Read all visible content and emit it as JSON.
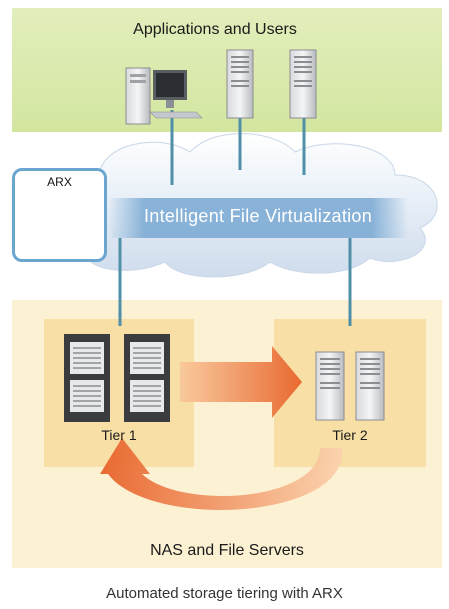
{
  "apps_panel": {
    "title": "Applications and Users"
  },
  "cloud": {
    "label": "Intelligent File Virtualization"
  },
  "arx": {
    "label": "ARX"
  },
  "nas_panel": {
    "title": "NAS and File Servers"
  },
  "tiers": [
    {
      "label": "Tier 1"
    },
    {
      "label": "Tier 2"
    }
  ],
  "caption": "Automated storage tiering with ARX",
  "colors": {
    "apps_panel": "#d9ebaf",
    "cloud": "#dde8f4",
    "banner": "#78a8d2",
    "nas_panel": "#fdf1d4",
    "tier_box": "#f8dfa6",
    "arrow": "#ee7a3a",
    "connector": "#4f8fa8",
    "arx_border": "#6aa6cf"
  }
}
